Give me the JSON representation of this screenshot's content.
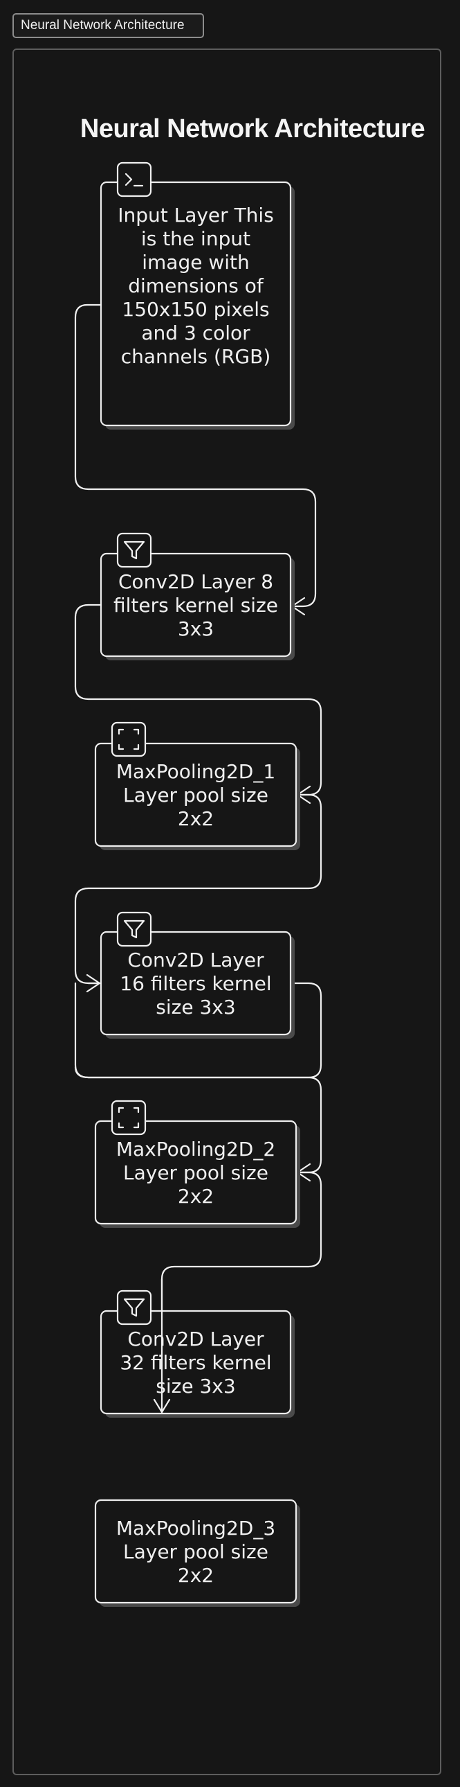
{
  "tab": {
    "label": "Neural Network Architecture"
  },
  "diagram": {
    "title": "Neural Network Architecture",
    "nodes": [
      {
        "id": "input-layer",
        "icon": "terminal-icon",
        "lines": [
          "Input Layer This",
          "is the input",
          "image with",
          "dimensions of",
          "150x150 pixels",
          "and 3 color",
          "channels (RGB)"
        ]
      },
      {
        "id": "conv2d-1",
        "icon": "filter-icon",
        "lines": [
          "Conv2D Layer 8",
          "filters kernel size",
          "3x3"
        ]
      },
      {
        "id": "maxpooling2d-1",
        "icon": "focus-frame-icon",
        "lines": [
          "MaxPooling2D_1",
          "Layer pool size",
          "2x2"
        ]
      },
      {
        "id": "conv2d-2",
        "icon": "filter-icon",
        "lines": [
          "Conv2D Layer",
          "16 filters kernel",
          "size 3x3"
        ]
      },
      {
        "id": "maxpooling2d-2",
        "icon": "focus-frame-icon",
        "lines": [
          "MaxPooling2D_2",
          "Layer pool size",
          "2x2"
        ]
      },
      {
        "id": "conv2d-3",
        "icon": "filter-icon",
        "lines": [
          "Conv2D Layer",
          "32 filters kernel",
          "size 3x3"
        ]
      },
      {
        "id": "maxpooling2d-3",
        "icon": "",
        "lines": [
          "MaxPooling2D_3",
          "Layer pool size",
          "2x2"
        ]
      }
    ],
    "edges": [
      {
        "from": "input-layer",
        "to": "conv2d-1"
      },
      {
        "from": "conv2d-1",
        "to": "maxpooling2d-1"
      },
      {
        "from": "maxpooling2d-1",
        "to": "conv2d-2"
      },
      {
        "from": "conv2d-2",
        "to": "maxpooling2d-2"
      },
      {
        "from": "maxpooling2d-2",
        "to": "conv2d-3"
      },
      {
        "from": "conv2d-3",
        "to": "maxpooling2d-3"
      }
    ]
  }
}
